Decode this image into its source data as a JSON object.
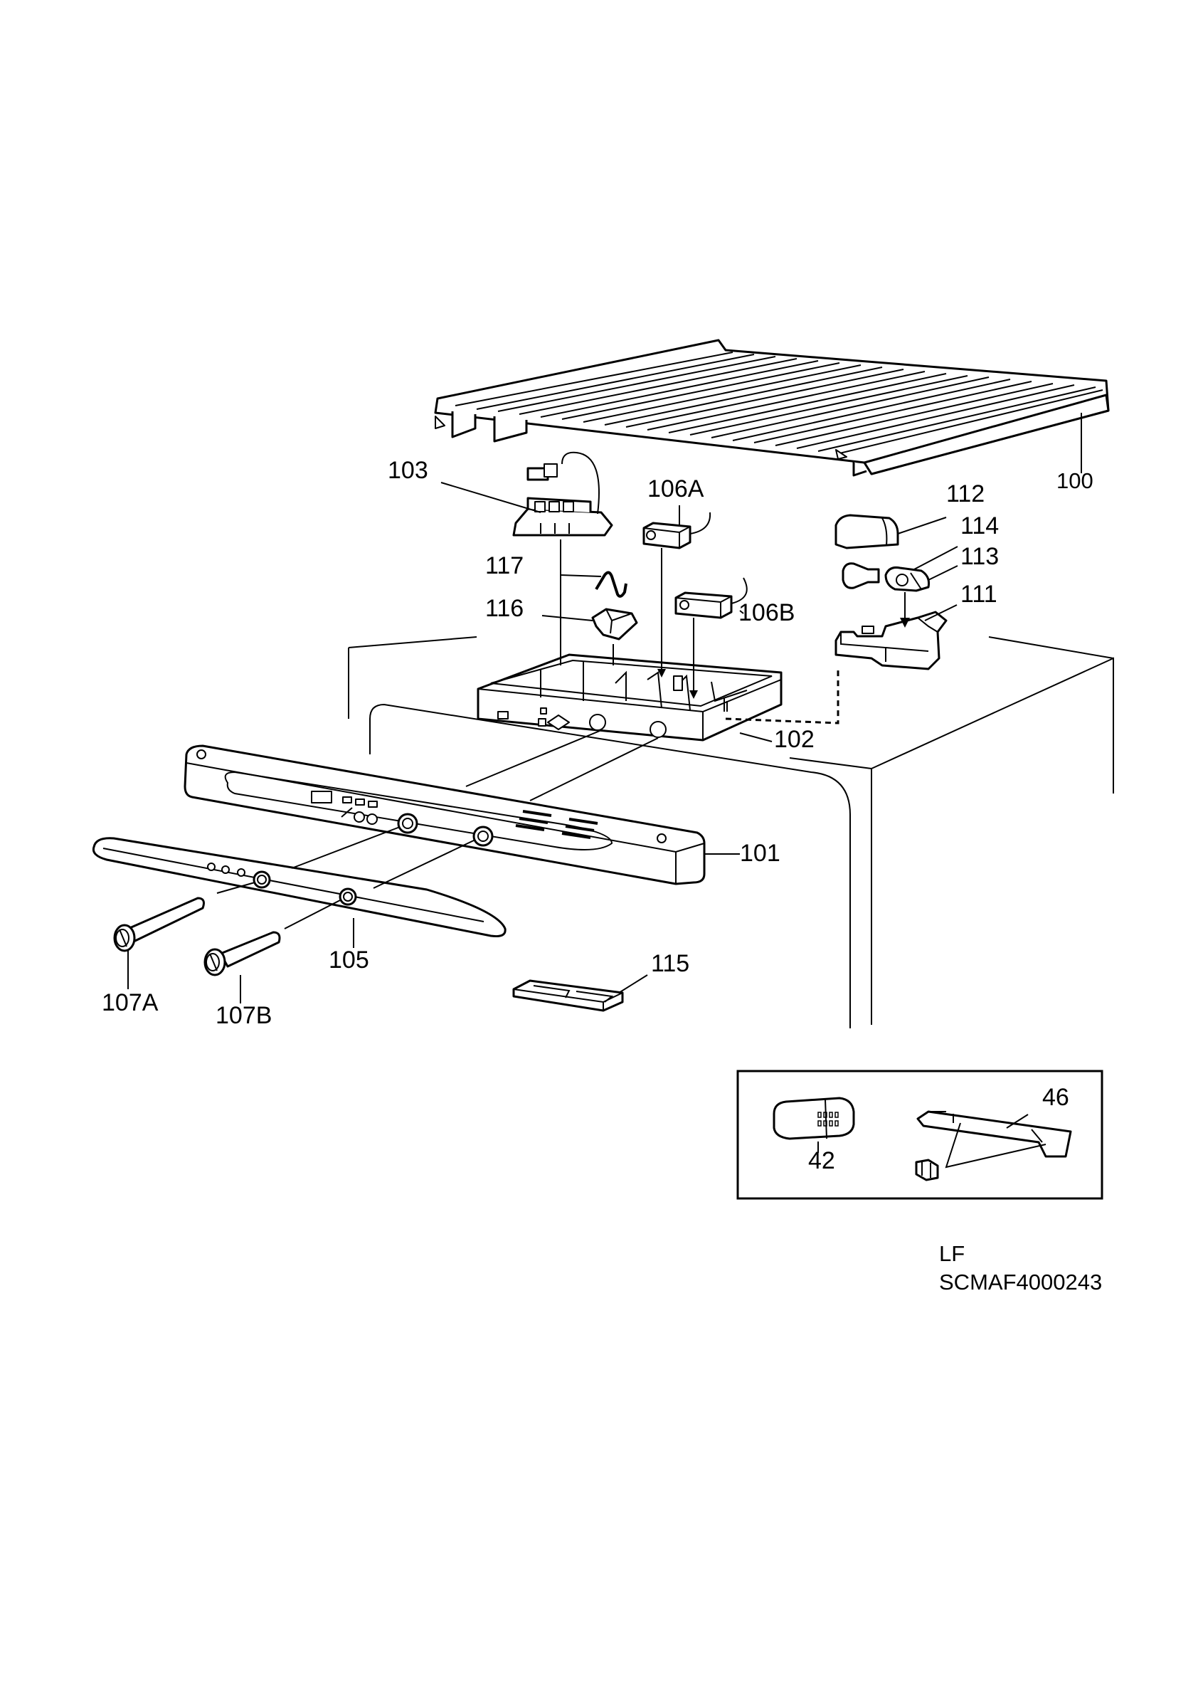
{
  "diagram": {
    "callouts": {
      "c100": "100",
      "c101": "101",
      "c102": "102",
      "c103": "103",
      "c105": "105",
      "c106A": "106A",
      "c106B": "106B",
      "c107A": "107A",
      "c107B": "107B",
      "c111": "111",
      "c112": "112",
      "c113": "113",
      "c114": "114",
      "c115": "115",
      "c116": "116",
      "c117": "117"
    },
    "inset": {
      "c42": "42",
      "c46": "46"
    },
    "footer": {
      "model": "LF",
      "code": "SCMAF4000243"
    }
  }
}
